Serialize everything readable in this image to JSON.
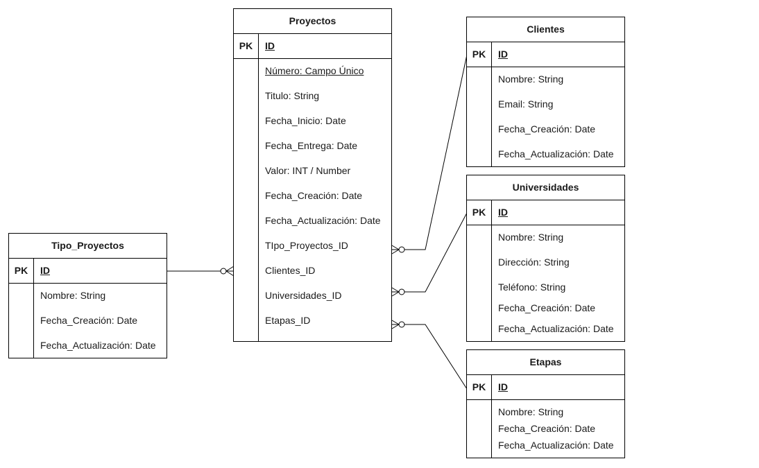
{
  "diagram": {
    "entities": {
      "proyectos": {
        "title": "Proyectos",
        "pk_label": "PK",
        "pk_field": "ID",
        "attributes": [
          "Número: Campo Único",
          "Titulo: String",
          "Fecha_Inicio: Date",
          "Fecha_Entrega: Date",
          "Valor: INT / Number",
          "Fecha_Creación: Date",
          "Fecha_Actualización: Date",
          "TIpo_Proyectos_ID",
          "Clientes_ID",
          "Universidades_ID",
          "Etapas_ID"
        ]
      },
      "clientes": {
        "title": "Clientes",
        "pk_label": "PK",
        "pk_field": "ID",
        "attributes": [
          "Nombre: String",
          "Email: String",
          "Fecha_Creación: Date",
          "Fecha_Actualización: Date"
        ]
      },
      "universidades": {
        "title": "Universidades",
        "pk_label": "PK",
        "pk_field": "ID",
        "attributes": [
          "Nombre: String",
          "Dirección: String",
          "Teléfono: String",
          "Fecha_Creación: Date",
          "Fecha_Actualización: Date"
        ]
      },
      "etapas": {
        "title": "Etapas",
        "pk_label": "PK",
        "pk_field": "ID",
        "attributes": [
          "Nombre: String",
          "Fecha_Creación: Date",
          "Fecha_Actualización: Date"
        ]
      },
      "tipo_proyectos": {
        "title": "Tipo_Proyectos",
        "pk_label": "PK",
        "pk_field": "ID",
        "attributes": [
          "Nombre: String",
          "Fecha_Creación: Date",
          "Fecha_Actualización: Date"
        ]
      }
    },
    "relationships": [
      {
        "from": "tipo_proyectos",
        "to": "proyectos",
        "cardinality": "zero-or-many"
      },
      {
        "from": "clientes",
        "to": "proyectos",
        "cardinality": "zero-or-many"
      },
      {
        "from": "universidades",
        "to": "proyectos",
        "cardinality": "zero-or-many"
      },
      {
        "from": "etapas",
        "to": "proyectos",
        "cardinality": "zero-or-many"
      }
    ],
    "line_color": "#000000"
  }
}
